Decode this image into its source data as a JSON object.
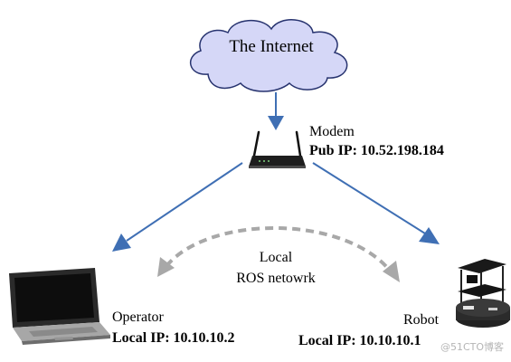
{
  "cloud": {
    "label": "The Internet"
  },
  "modem": {
    "name": "Modem",
    "ip": "Pub IP: 10.52.198.184"
  },
  "network": {
    "line1": "Local",
    "line2": "ROS netowrk"
  },
  "operator": {
    "name": "Operator",
    "ip": "Local IP: 10.10.10.2"
  },
  "robot": {
    "name": "Robot",
    "ip": "Local IP: 10.10.10.1"
  },
  "watermark": {
    "text": "@51CTO博客"
  },
  "colors": {
    "cloud_fill": "#d5d7f7",
    "cloud_stroke": "#27336f",
    "arrow": "#3f6fb4",
    "dashed": "#a8a8a8"
  }
}
